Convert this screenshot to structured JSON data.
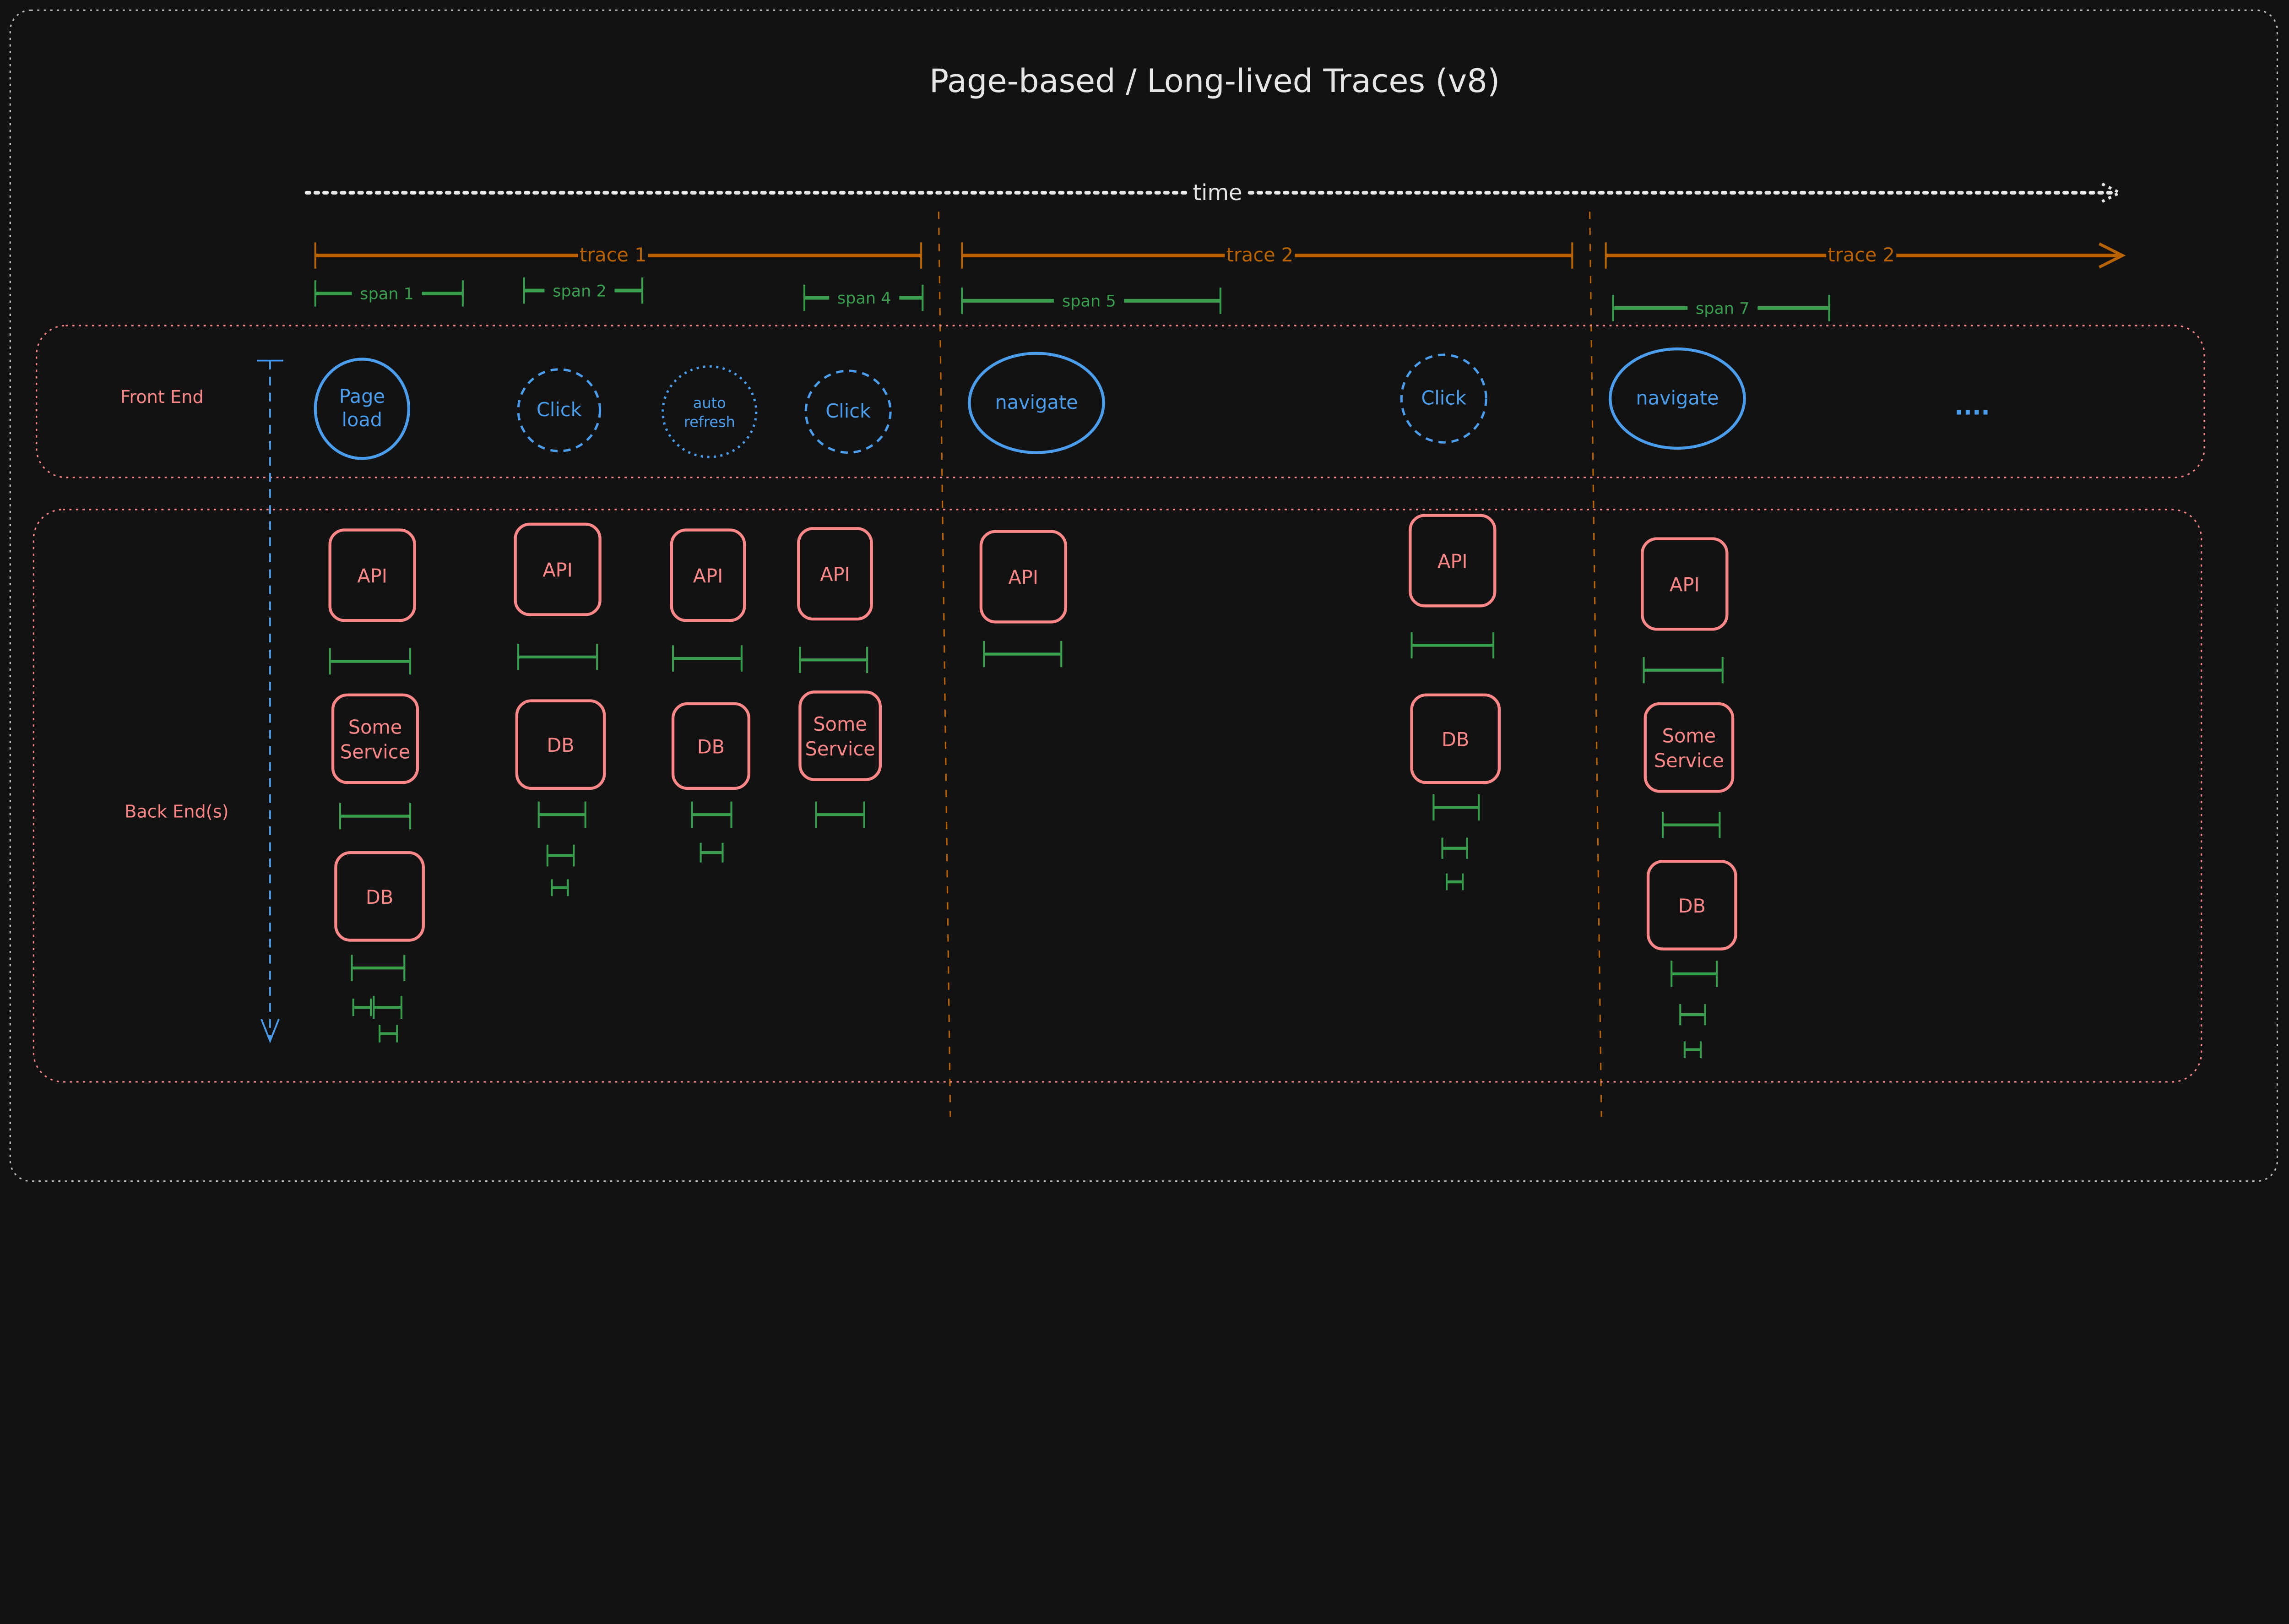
{
  "title": "Page-based / Long-lived Traces (v8)",
  "time_label": "time",
  "lane_labels": {
    "front_end": "Front End",
    "back_end": "Back End(s)"
  },
  "traces": [
    {
      "label": "trace 1"
    },
    {
      "label": "trace 2"
    },
    {
      "label": "trace 2",
      "continues": true
    }
  ],
  "spans": [
    {
      "label": "span 1"
    },
    {
      "label": "span 2"
    },
    {
      "label": "span 4"
    },
    {
      "label": "span 5"
    },
    {
      "label": "span 7"
    }
  ],
  "front_end_events": [
    {
      "label": [
        "Page",
        "load"
      ],
      "style": "solid"
    },
    {
      "label": [
        "Click"
      ],
      "style": "dashed"
    },
    {
      "label": [
        "auto",
        "refresh"
      ],
      "style": "dotted"
    },
    {
      "label": [
        "Click"
      ],
      "style": "dashed"
    },
    {
      "label": [
        "navigate"
      ],
      "style": "solid"
    },
    {
      "label": [
        "Click"
      ],
      "style": "dashed"
    },
    {
      "label": [
        "navigate"
      ],
      "style": "solid"
    },
    {
      "label": [
        "...."
      ],
      "style": "ellipsis"
    }
  ],
  "back_end_columns": [
    [
      {
        "label": [
          "API"
        ]
      },
      {
        "label": [
          "Some",
          "Service"
        ]
      },
      {
        "label": [
          "DB"
        ]
      }
    ],
    [
      {
        "label": [
          "API"
        ]
      },
      {
        "label": [
          "DB"
        ]
      }
    ],
    [
      {
        "label": [
          "API"
        ]
      },
      {
        "label": [
          "DB"
        ]
      }
    ],
    [
      {
        "label": [
          "API"
        ]
      },
      {
        "label": [
          "Some",
          "Service"
        ]
      }
    ],
    [
      {
        "label": [
          "API"
        ]
      }
    ],
    [
      {
        "label": [
          "API"
        ]
      },
      {
        "label": [
          "DB"
        ]
      }
    ],
    [
      {
        "label": [
          "API"
        ]
      },
      {
        "label": [
          "Some",
          "Service"
        ]
      },
      {
        "label": [
          "DB"
        ]
      }
    ]
  ],
  "colors": {
    "background": "#121212",
    "trace": "#b86200",
    "span": "#3a9e4f",
    "front_end": "#4a9eed",
    "back_end": "#ff8787",
    "text": "#e6e6e6"
  }
}
